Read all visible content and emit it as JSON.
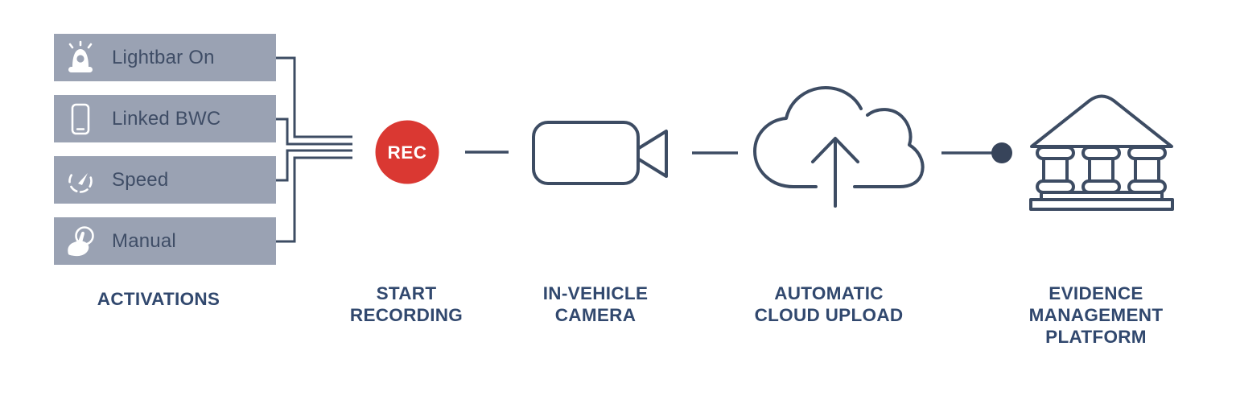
{
  "colors": {
    "background": "#ffffff",
    "activation_box_bg": "#9aa2b3",
    "stroke_navy": "#3d4c63",
    "dot_navy": "#37445a",
    "label_text": "#31486e",
    "box_label_text": "#3f4d66",
    "rec_red": "#da3832",
    "rec_text": "#ffffff",
    "icon_white": "#ffffff"
  },
  "activations": {
    "section_label": "ACTIVATIONS",
    "items": [
      {
        "label": "Lightbar On",
        "icon": "lightbar-icon"
      },
      {
        "label": "Linked BWC",
        "icon": "smartphone-icon"
      },
      {
        "label": "Speed",
        "icon": "speedometer-icon"
      },
      {
        "label": "Manual",
        "icon": "hand-tap-icon"
      }
    ]
  },
  "flow": {
    "rec_badge": "REC",
    "stages": [
      {
        "label": "START\nRECORDING",
        "icon": "rec-button"
      },
      {
        "label": "IN-VEHICLE\nCAMERA",
        "icon": "video-camera-icon"
      },
      {
        "label": "AUTOMATIC\nCLOUD UPLOAD",
        "icon": "cloud-upload-icon"
      },
      {
        "label": "EVIDENCE\nMANAGEMENT\nPLATFORM",
        "icon": "bank-building-icon"
      }
    ]
  }
}
